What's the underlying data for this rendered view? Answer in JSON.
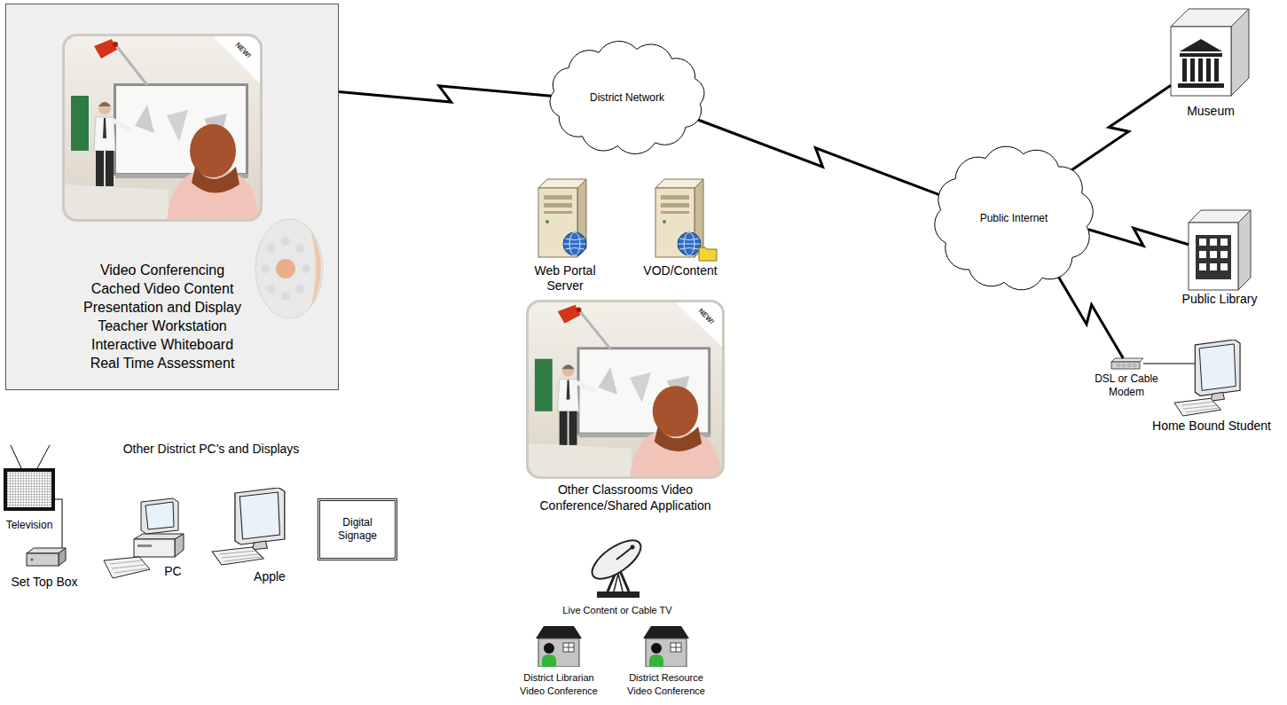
{
  "diagram": {
    "nodes": [
      {
        "text": [
          "Video Conferencing",
          "Cached Video Content",
          "Presentation and Display",
          "Teacher Workstation",
          "Interactive Whiteboard",
          "Real Time Assessment"
        ]
      },
      {
        "text": [
          "District Network"
        ]
      },
      {
        "text": [
          "Public Internet"
        ]
      },
      {
        "text": [
          "Museum"
        ]
      },
      {
        "text": [
          "Web Portal Server"
        ]
      },
      {
        "text": [
          "VOD/Content"
        ]
      },
      {
        "text": [
          "Public Library"
        ]
      },
      {
        "text": [
          "DSL or Cable Modem"
        ]
      },
      {
        "text": [
          "Home Bound Student"
        ]
      },
      {
        "text": [
          "Other Classrooms Video Conference/Shared Application"
        ]
      },
      {
        "text": [
          "Television"
        ]
      },
      {
        "text": [
          "Set Top Box"
        ]
      },
      {
        "text": [
          "PC"
        ]
      },
      {
        "text": [
          "Apple"
        ]
      },
      {
        "text": [
          "Digital Signage"
        ]
      },
      {
        "text": [
          "Live Content or Cable TV"
        ]
      },
      {
        "text": [
          "District Librarian Video Conference"
        ]
      },
      {
        "text": [
          "District Resource Video Conference"
        ]
      }
    ],
    "edges": [
      {
        "from": 0,
        "to": 1,
        "arrow": "none"
      },
      {
        "from": 1,
        "to": 2,
        "arrow": "none"
      },
      {
        "from": 2,
        "to": 3,
        "arrow": "none"
      },
      {
        "from": 2,
        "to": 6,
        "arrow": "none"
      },
      {
        "from": 2,
        "to": 7,
        "arrow": "none"
      },
      {
        "from": 7,
        "to": 8,
        "arrow": "none"
      },
      {
        "from": 10,
        "to": 11,
        "arrow": "none"
      }
    ],
    "labels": [
      "Other District PC's and Displays",
      "NEW!",
      "NEW!"
    ]
  }
}
